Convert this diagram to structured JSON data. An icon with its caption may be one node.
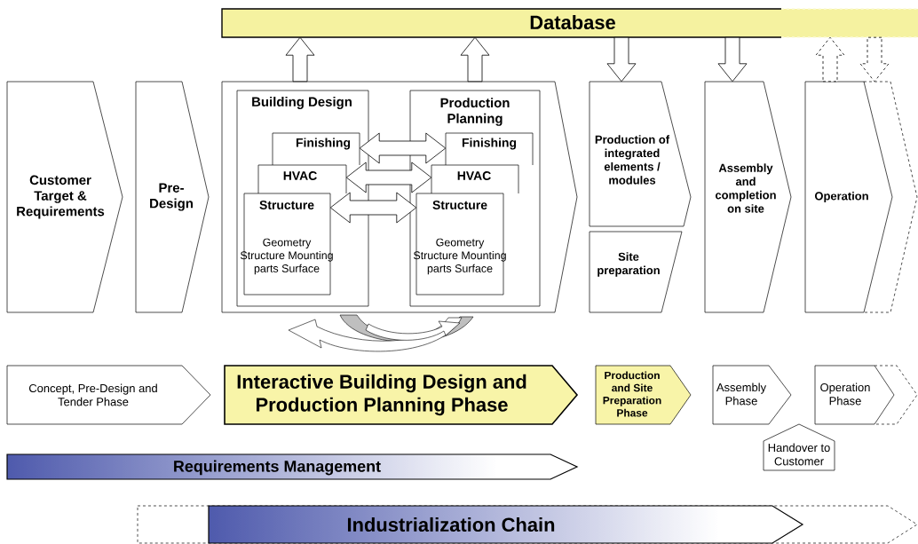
{
  "diagram": {
    "nodes": [
      {
        "text": [
          "Database"
        ]
      },
      {
        "text": [
          "Customer Target & Requirements"
        ]
      },
      {
        "text": [
          "Pre-Design"
        ]
      },
      {
        "text": [],
        "shape": "chevron"
      },
      {
        "text": [
          "Building Design"
        ],
        "in": 3
      },
      {
        "text": [
          "Finishing"
        ],
        "in": 4
      },
      {
        "text": [
          "HVAC"
        ],
        "in": 4
      },
      {
        "text": [
          "Structure",
          "Geometry Structure Mounting parts Surface"
        ],
        "in": 4
      },
      {
        "text": [
          "Production Planning"
        ],
        "in": 3
      },
      {
        "text": [
          "Finishing"
        ],
        "in": 8
      },
      {
        "text": [
          "HVAC"
        ],
        "in": 8
      },
      {
        "text": [
          "Structure",
          "Geometry Structure Mounting parts Surface"
        ],
        "in": 8
      },
      {
        "text": [
          "Production of integrated elements / modules"
        ]
      },
      {
        "text": [
          "Site preparation"
        ]
      },
      {
        "text": [
          "Assembly and completion on site"
        ]
      },
      {
        "text": [
          "Operation"
        ]
      },
      {
        "text": [
          "Concept, Pre-Design and Tender Phase"
        ]
      },
      {
        "text": [
          "Interactive Building Design and Production Planning Phase"
        ]
      },
      {
        "text": [
          "Production and Site Preparation Phase"
        ]
      },
      {
        "text": [
          "Assembly Phase"
        ]
      },
      {
        "text": [
          "Operation Phase"
        ]
      },
      {
        "text": [
          "Handover to Customer"
        ]
      },
      {
        "text": [
          "Requirements Management"
        ]
      },
      {
        "text": [
          "Industrialization Chain"
        ]
      }
    ],
    "edges": [
      {
        "from": 3,
        "to": 0,
        "arrow": "to"
      },
      {
        "from": 3,
        "to": 0,
        "arrow": "to"
      },
      {
        "from": 0,
        "to": 12,
        "arrow": "to"
      },
      {
        "from": 0,
        "to": 14,
        "arrow": "to"
      },
      {
        "from": 15,
        "to": 0,
        "arrow": "to",
        "style": "dashed"
      },
      {
        "from": 0,
        "to": 15,
        "arrow": "to",
        "style": "dashed"
      },
      {
        "from": 5,
        "to": 9,
        "arrow": "both"
      },
      {
        "from": 6,
        "to": 10,
        "arrow": "both"
      },
      {
        "from": 7,
        "to": 11,
        "arrow": "both"
      }
    ]
  }
}
